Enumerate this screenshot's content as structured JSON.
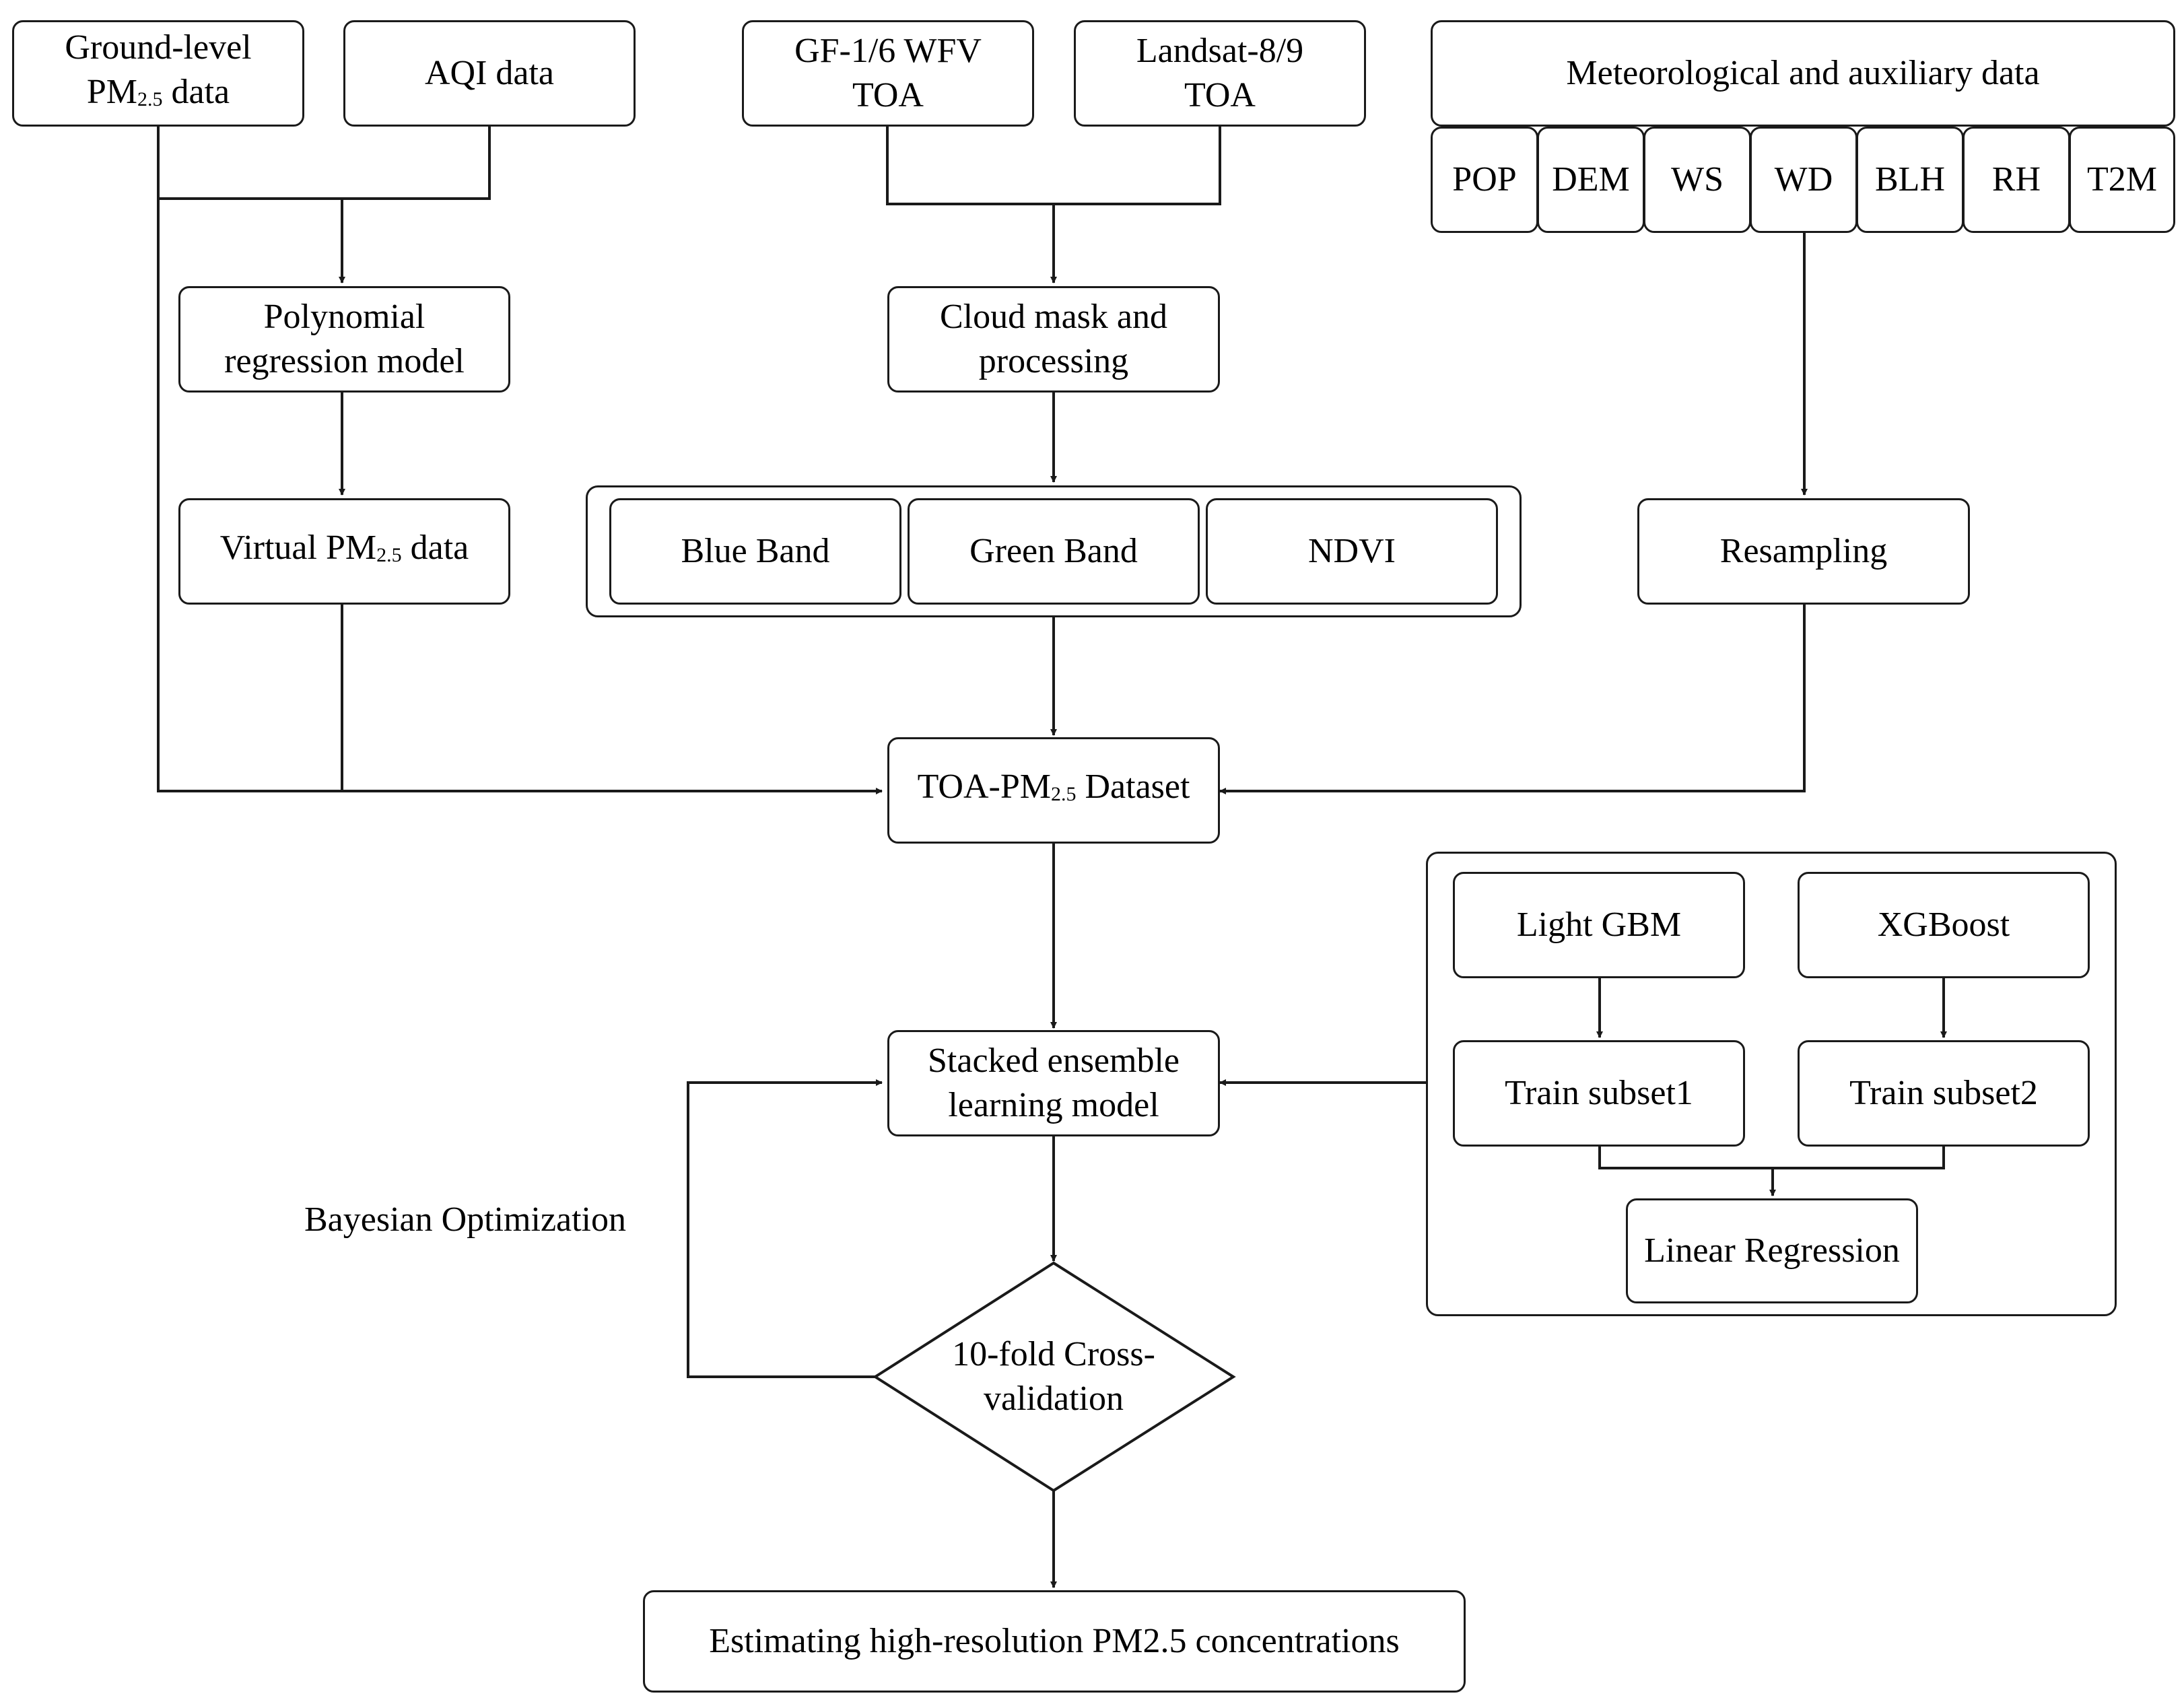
{
  "inputs": {
    "ground_level_line1": "Ground-level",
    "ground_level_pm": "PM",
    "ground_level_sub": "2.5",
    "ground_level_rest": " data",
    "aqi": "AQI data",
    "gf_line1": "GF-1/6 WFV",
    "gf_line2": "TOA",
    "landsat_line1": "Landsat-8/9",
    "landsat_line2": "TOA",
    "meteo_title": "Meteorological and auxiliary data",
    "meteo_vars": [
      "POP",
      "DEM",
      "WS",
      "WD",
      "BLH",
      "RH",
      "T2M"
    ]
  },
  "processing": {
    "poly_line1": "Polynomial",
    "poly_line2": "regression model",
    "virtual_pre": "Virtual PM",
    "virtual_sub": "2.5",
    "virtual_post": " data",
    "cloud_line1": "Cloud mask and",
    "cloud_line2": "processing",
    "bands": [
      "Blue Band",
      "Green Band",
      "NDVI"
    ],
    "resampling": "Resampling"
  },
  "dataset": {
    "pre": "TOA-PM",
    "sub": "2.5",
    "post": " Dataset"
  },
  "model": {
    "stacked_line1": "Stacked ensemble",
    "stacked_line2": "learning model",
    "bayesian": "Bayesian Optimization",
    "cv_line1": "10-fold Cross-",
    "cv_line2": "validation",
    "output": "Estimating high-resolution PM2.5 concentrations"
  },
  "ensemble": {
    "lightgbm": "Light GBM",
    "xgboost": "XGBoost",
    "train1": "Train subset1",
    "train2": "Train subset2",
    "linear": "Linear Regression"
  }
}
